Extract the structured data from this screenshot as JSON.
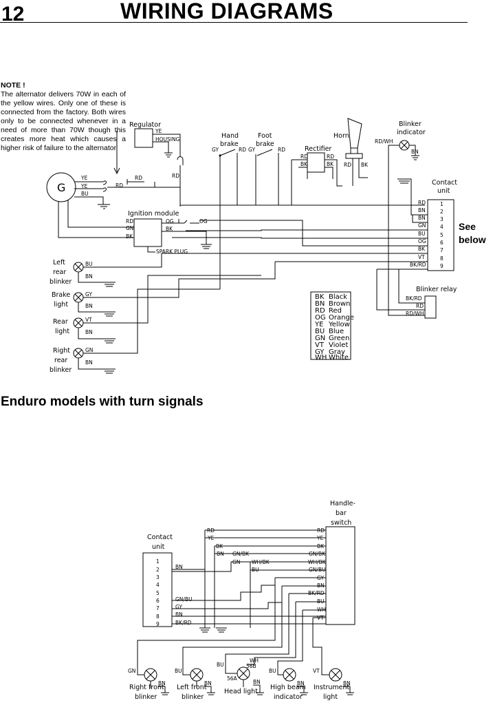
{
  "header": {
    "page_number": "12",
    "title": "WIRING DIAGRAMS"
  },
  "note": {
    "title": "NOTE !",
    "text": "The alternator delivers 70W in each of the yellow wires. Only one of these is connected from the factory. Both wires only to be connected whenever in a need of more than 70W though this creates more heat which causes a higher risk of failure to the alternator."
  },
  "see_below": {
    "line1": "See",
    "line2": "below"
  },
  "section_heading": "Enduro models with turn signals",
  "diagram1": {
    "components": {
      "regulator": "Regulator",
      "hand_brake_1": "Hand",
      "hand_brake_2": "brake",
      "foot_brake_1": "Foot",
      "foot_brake_2": "brake",
      "rectifier": "Rectifier",
      "horn": "Horn",
      "blinker_indicator_1": "Blinker",
      "blinker_indicator_2": "indicator",
      "contact_unit_1": "Contact",
      "contact_unit_2": "unit",
      "ignition_module": "Ignition module",
      "spark_plug": "SPARK PLUG",
      "alternator": "G",
      "left_rear_1": "Left",
      "left_rear_2": "rear",
      "left_rear_3": "blinker",
      "brake_light_1": "Brake",
      "brake_light_2": "light",
      "rear_light_1": "Rear",
      "rear_light_2": "light",
      "right_rear_1": "Right",
      "right_rear_2": "rear",
      "right_rear_3": "blinker",
      "blinker_relay": "Blinker relay",
      "housing": "HOUSING"
    },
    "contact_pins": [
      "1",
      "2",
      "3",
      "4",
      "5",
      "6",
      "7",
      "8",
      "9"
    ],
    "contact_wires": [
      "RD",
      "BN",
      "BN",
      "GN",
      "BU",
      "OG",
      "BK",
      "VT",
      "BK/RD"
    ],
    "wire_labels": {
      "ye": "YE",
      "rd": "RD",
      "bu": "BU",
      "gn": "GN",
      "bk": "BK",
      "og": "OG",
      "gy": "GY",
      "vt": "VT",
      "bn": "BN",
      "rd_wh": "RD/WH",
      "bk_rd": "BK/RD"
    },
    "legend": [
      {
        "code": "BK",
        "name": "Black"
      },
      {
        "code": "BN",
        "name": "Brown"
      },
      {
        "code": "RD",
        "name": "Red"
      },
      {
        "code": "OG",
        "name": "Orange"
      },
      {
        "code": "YE",
        "name": "Yellow"
      },
      {
        "code": "BU",
        "name": "Blue"
      },
      {
        "code": "GN",
        "name": "Green"
      },
      {
        "code": "VT",
        "name": "Violet"
      },
      {
        "code": "GY",
        "name": "Gray"
      },
      {
        "code": "WH",
        "name": "White"
      }
    ]
  },
  "diagram2": {
    "handlebar_switch": [
      "Handle-",
      "bar",
      "switch"
    ],
    "contact_unit": [
      "Contact",
      "unit"
    ],
    "contact_pins": [
      "1",
      "2",
      "3",
      "4",
      "5",
      "6",
      "7",
      "8",
      "9"
    ],
    "contact_wires": [
      "",
      "BN",
      "",
      "",
      "",
      "GN/BU",
      "GY",
      "BN",
      "BK/RD"
    ],
    "switch_wires": [
      "RD",
      "YE",
      "BK",
      "GN/BK",
      "WH/BK",
      "GN/BU",
      "GY",
      "BN",
      "BK/RD",
      "BU",
      "WH",
      "VT"
    ],
    "mid_labels": {
      "rd": "RD",
      "ye": "YE",
      "bk": "BK",
      "bn": "BN",
      "gn_bk": "GN/BK",
      "gn": "GN",
      "wh_bk": "WH/BK",
      "bu": "BU",
      "wh": "WH",
      "s56b": "56B",
      "s56a": "56A",
      "vt": "VT"
    },
    "lamps": {
      "right_front_1": "Right front",
      "right_front_2": "blinker",
      "left_front_1": "Left front",
      "left_front_2": "blinker",
      "head_light": "Head light",
      "high_beam_1": "High beam",
      "high_beam_2": "indicator",
      "instrument_1": "Instrument",
      "instrument_2": "light"
    }
  }
}
